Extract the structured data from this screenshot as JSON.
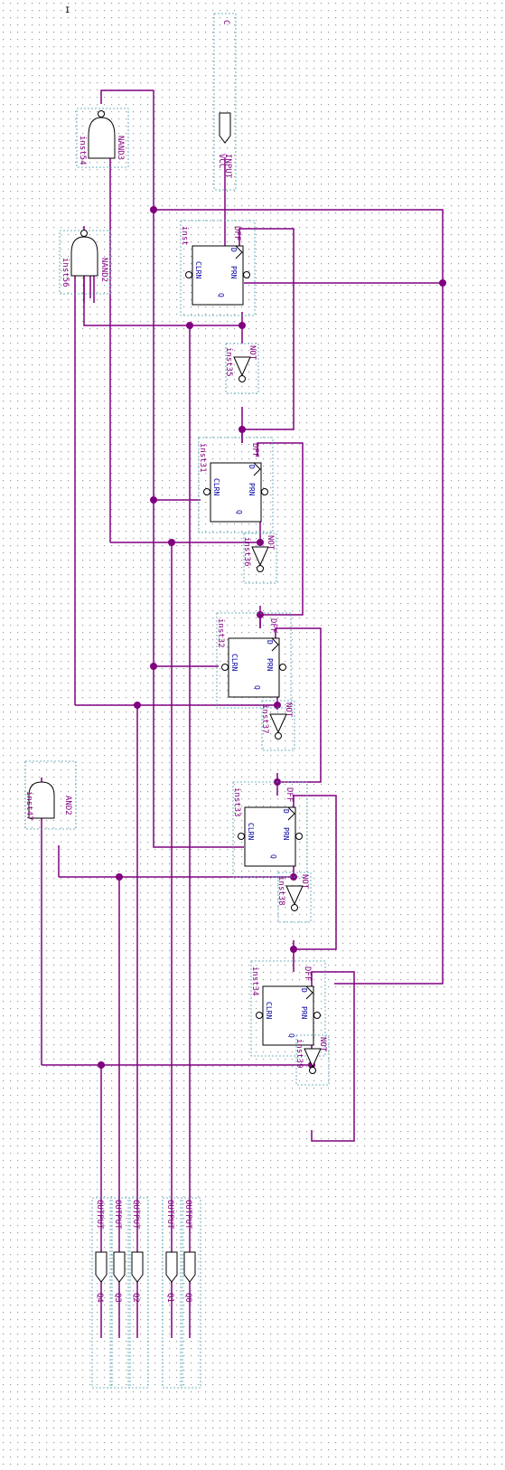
{
  "title_mark": "I",
  "input": {
    "type": "INPUT",
    "sub": "VCC",
    "name": "C"
  },
  "dff": {
    "type": "DFF",
    "pins": {
      "d": "D",
      "prn": "PRN",
      "clrn": "CLRN",
      "q": "Q"
    },
    "instances": [
      "inst",
      "inst31",
      "inst32",
      "inst33",
      "inst34"
    ]
  },
  "not_gates": {
    "type": "NOT",
    "instances": [
      "inst35",
      "inst36",
      "inst37",
      "inst38",
      "inst39"
    ]
  },
  "nand3": {
    "type": "NAND3",
    "inst": "inst54"
  },
  "nand2": {
    "type": "NAND2",
    "inst": "inst56"
  },
  "and2": {
    "type": "AND2",
    "inst": "inst47"
  },
  "outputs": {
    "type": "OUTPUT",
    "names": [
      "Q4",
      "Q3",
      "Q2",
      "Q1",
      "Q0"
    ]
  }
}
